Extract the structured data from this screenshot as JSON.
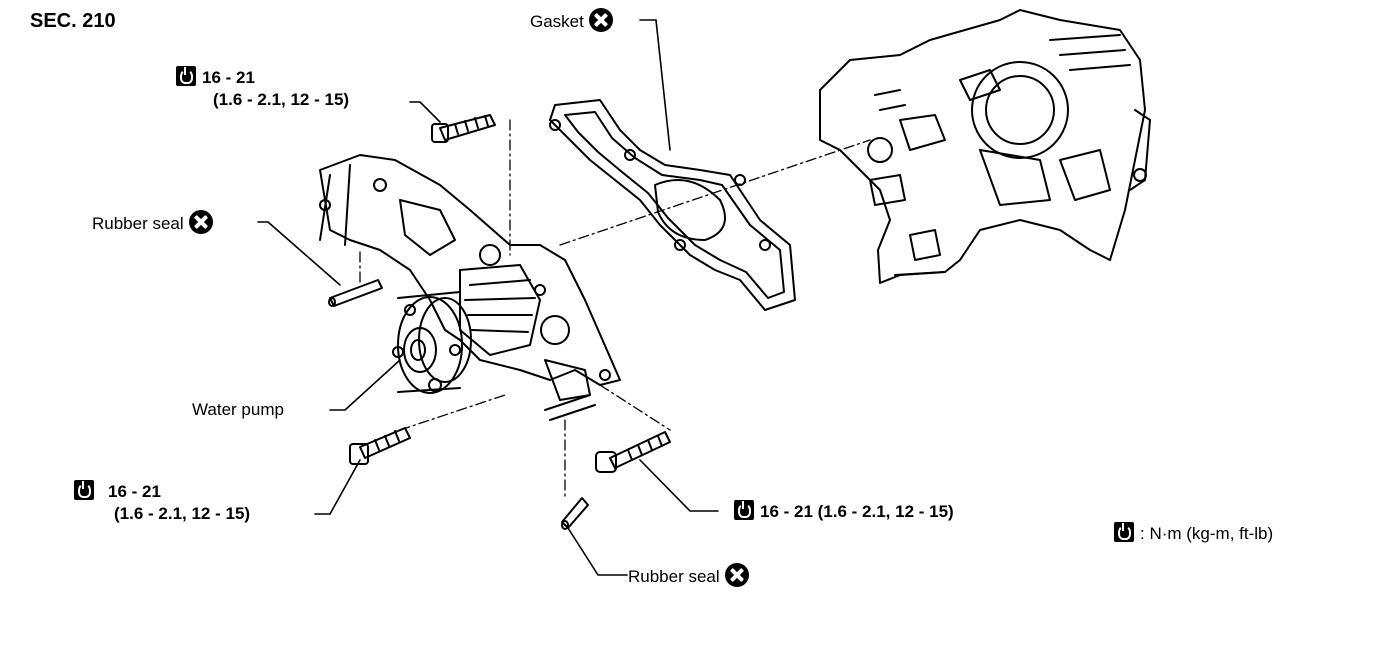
{
  "section": "SEC. 210",
  "labels": {
    "gasket": "Gasket",
    "rubber_seal_top": "Rubber seal",
    "water_pump": "Water pump",
    "rubber_seal_bottom": "Rubber seal"
  },
  "torque": {
    "top_line1": "16 - 21",
    "top_line2": "(1.6 - 2.1, 12 - 15)",
    "left_line1": "16 - 21",
    "left_line2": "(1.6 - 2.1, 12 - 15)",
    "right": "16 - 21 (1.6 - 2.1, 12 - 15)"
  },
  "legend": ": N·m (kg-m, ft-lb)"
}
